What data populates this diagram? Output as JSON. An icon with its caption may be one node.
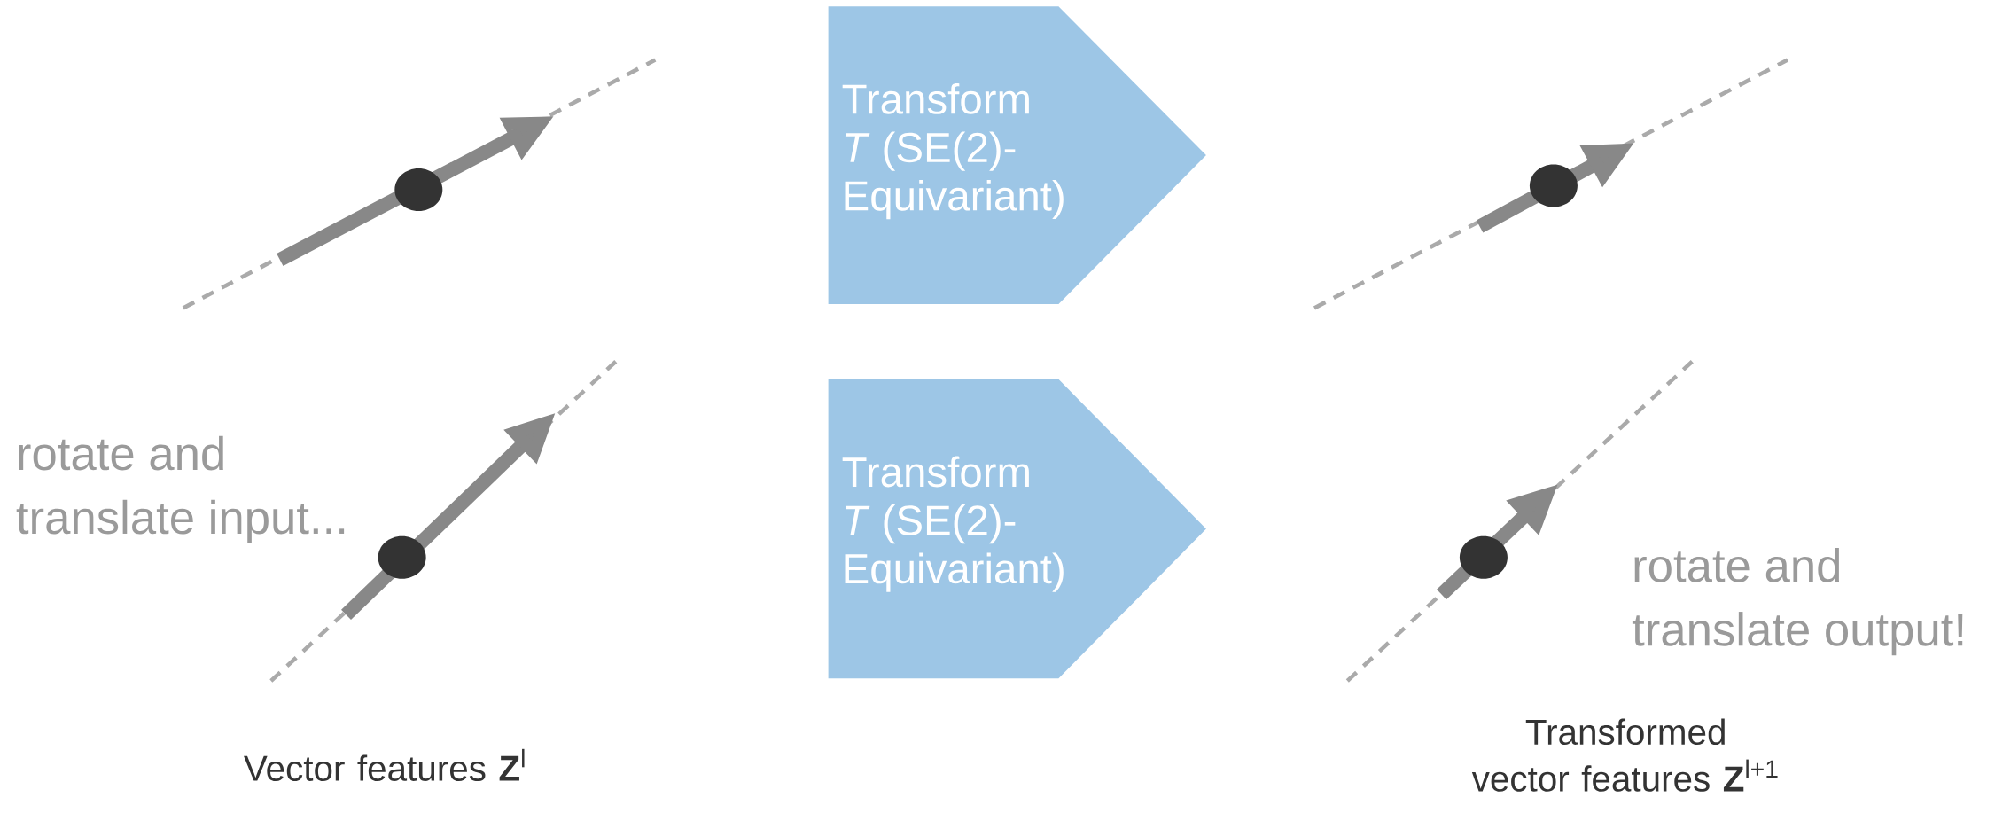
{
  "diagram": {
    "nodes": [
      {
        "text": [
          "Transform *T* (SE(2)-Equivariant)"
        ]
      },
      {
        "text": [
          "Transform *T* (SE(2)-Equivariant)"
        ]
      }
    ],
    "labels": [
      "rotate and translate input...",
      "rotate and translate output!",
      "Vector features **Z**$^{l}$",
      "Transformed vector features **Z**$^{l+1}$"
    ]
  }
}
